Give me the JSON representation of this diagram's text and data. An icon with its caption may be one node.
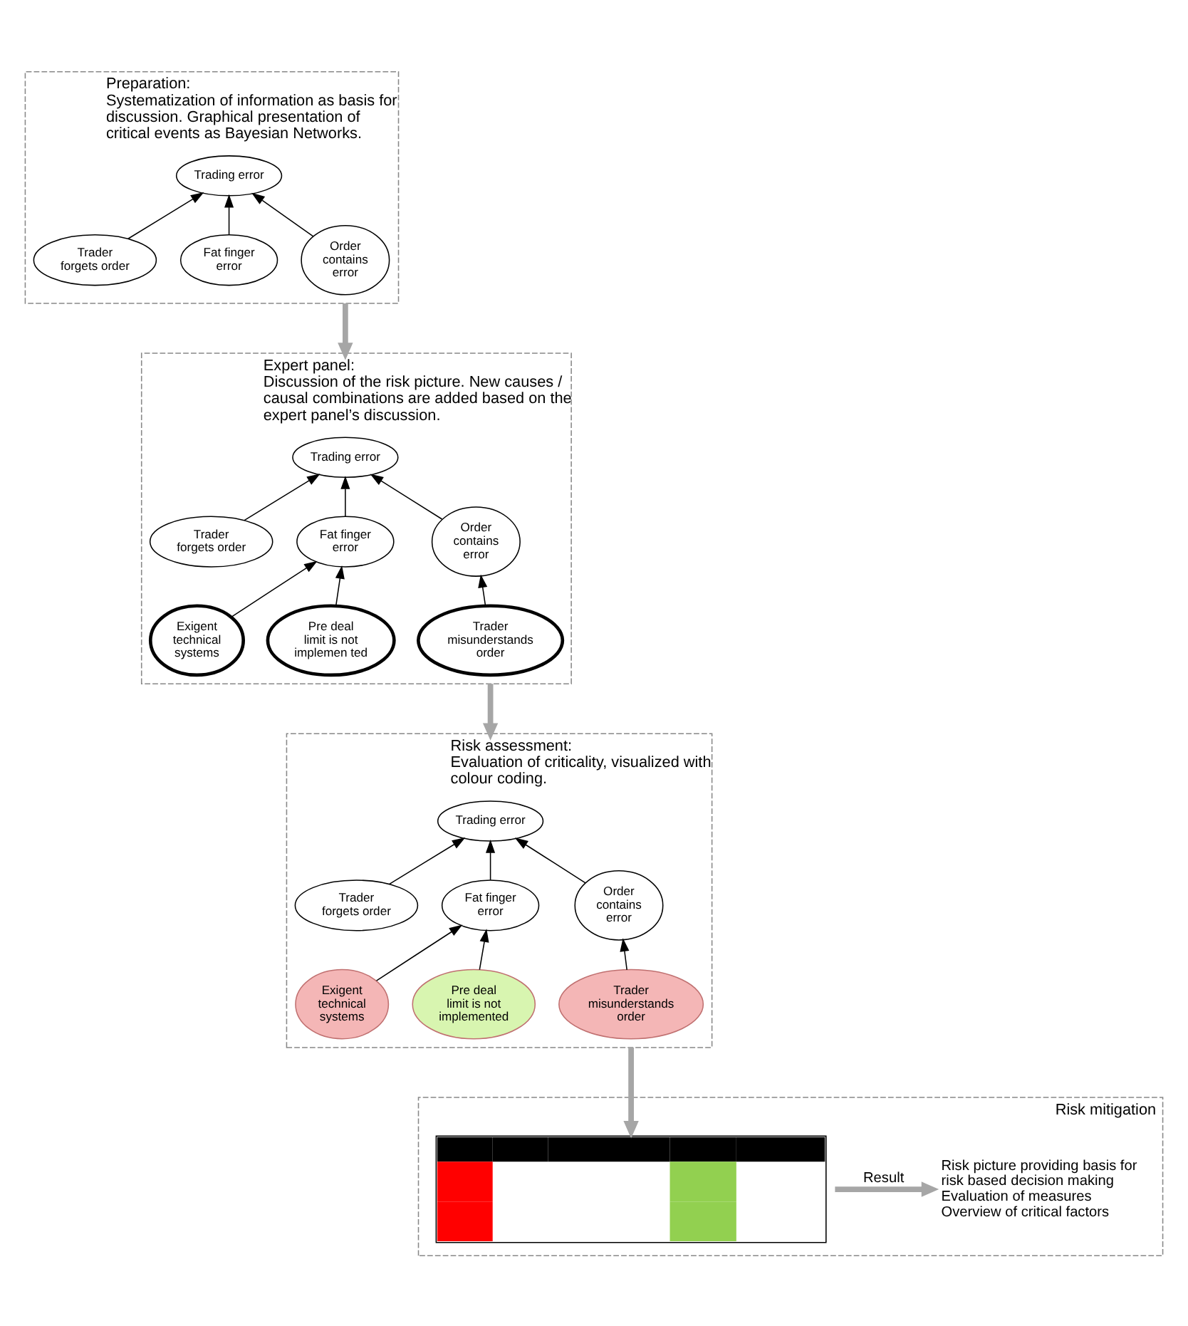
{
  "diagram": {
    "nodes": [
      {
        "text": [
          "Preparation:",
          "Systematization of information as basis for discussion. Graphical presentation of critical events as Bayesian Networks."
        ]
      },
      {
        "text": [
          "Trading error"
        ],
        "in": 0
      },
      {
        "text": [
          "Trader forgets order"
        ],
        "in": 0
      },
      {
        "text": [
          "Fat finger error"
        ],
        "in": 0
      },
      {
        "text": [
          "Order contains error"
        ],
        "in": 0
      },
      {
        "text": [
          "Expert panel:",
          "Discussion of the risk picture. New causes / causal combinations are added based on the expert panel’s discussion."
        ]
      },
      {
        "text": [
          "Trading error"
        ],
        "in": 5
      },
      {
        "text": [
          "Trader forgets order"
        ],
        "in": 5
      },
      {
        "text": [
          "Fat finger error"
        ],
        "in": 5
      },
      {
        "text": [
          "Order contains error"
        ],
        "in": 5
      },
      {
        "text": [
          "Exigent technical systems"
        ],
        "in": 5
      },
      {
        "text": [
          "Pre deal limit is not implemen ted"
        ],
        "in": 5
      },
      {
        "text": [
          "Trader misunderstands order"
        ],
        "in": 5
      },
      {
        "text": [
          "Risk assessment:",
          "Evaluation of criticality, visualized with colour coding."
        ]
      },
      {
        "text": [
          "Trading error"
        ],
        "in": 13
      },
      {
        "text": [
          "Trader forgets order"
        ],
        "in": 13
      },
      {
        "text": [
          "Fat finger error"
        ],
        "in": 13
      },
      {
        "text": [
          "Order contains error"
        ],
        "in": 13
      },
      {
        "text": [
          "Exigent technical systems"
        ],
        "in": 13
      },
      {
        "text": [
          "Pre deal limit is not implemented"
        ],
        "in": 13
      },
      {
        "text": [
          "Trader misunderstands order"
        ],
        "in": 13
      },
      {
        "text": [
          "Risk mitigation"
        ]
      },
      {
        "text": [],
        "shape": "table",
        "in": 21
      },
      {
        "text": [
          "Risk picture providing basis for risk based decision making",
          "Evaluation of measures",
          "Overview of critical factors"
        ],
        "in": 21
      }
    ],
    "edges": [
      {
        "from": 2,
        "to": 1,
        "arrow": "to"
      },
      {
        "from": 3,
        "to": 1,
        "arrow": "to"
      },
      {
        "from": 4,
        "to": 1,
        "arrow": "to"
      },
      {
        "from": 0,
        "to": 5,
        "arrow": "to",
        "style": "thick",
        "color": "#a6a6a6"
      },
      {
        "from": 7,
        "to": 6,
        "arrow": "to"
      },
      {
        "from": 8,
        "to": 6,
        "arrow": "to"
      },
      {
        "from": 9,
        "to": 6,
        "arrow": "to"
      },
      {
        "from": 10,
        "to": 8,
        "arrow": "to"
      },
      {
        "from": 11,
        "to": 8,
        "arrow": "to"
      },
      {
        "from": 12,
        "to": 9,
        "arrow": "to"
      },
      {
        "from": 5,
        "to": 13,
        "arrow": "to",
        "style": "thick",
        "color": "#a6a6a6"
      },
      {
        "from": 15,
        "to": 14,
        "arrow": "to"
      },
      {
        "from": 16,
        "to": 14,
        "arrow": "to"
      },
      {
        "from": 17,
        "to": 14,
        "arrow": "to"
      },
      {
        "from": 18,
        "to": 16,
        "arrow": "to"
      },
      {
        "from": 19,
        "to": 16,
        "arrow": "to"
      },
      {
        "from": 20,
        "to": 17,
        "arrow": "to"
      },
      {
        "from": 13,
        "to": 22,
        "arrow": "to",
        "style": "thick",
        "color": "#a6a6a6"
      },
      {
        "from": 22,
        "to": 23,
        "arrow": "to",
        "label": "Result",
        "style": "thick",
        "color": "#a6a6a6"
      }
    ]
  }
}
